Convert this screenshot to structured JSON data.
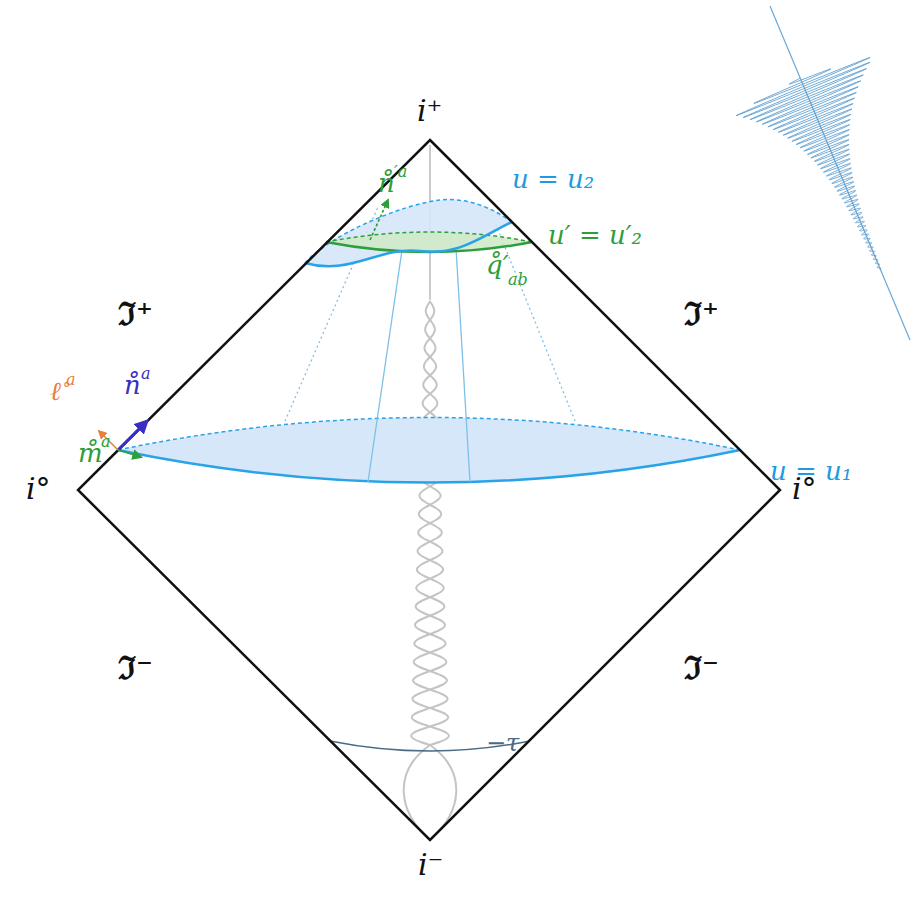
{
  "diagram": {
    "labels": [
      "i⁺",
      "i°",
      "i°",
      "i⁻",
      "ℑ⁺",
      "ℑ⁺",
      "ℑ⁻",
      "ℑ⁻",
      "n̊",
      "′a",
      "u = u₂",
      "u′ = u′₂",
      "q̊′",
      "ab",
      "ℓ̊",
      "a",
      "n̊",
      "a",
      "m̊",
      "a",
      "u = u₁",
      "−τ"
    ]
  }
}
